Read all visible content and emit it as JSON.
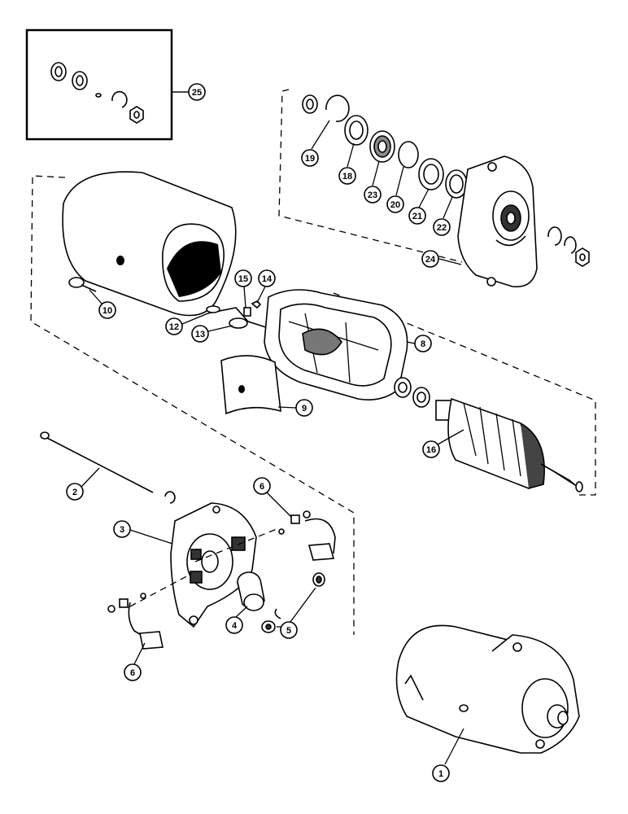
{
  "callouts": {
    "c1": "1",
    "c2": "2",
    "c3": "3",
    "c4": "4",
    "c5": "5",
    "c6a": "6",
    "c6b": "6",
    "c8": "8",
    "c9": "9",
    "c10": "10",
    "c12": "12",
    "c13": "13",
    "c14": "14",
    "c15": "15",
    "c16": "16",
    "c18": "18",
    "c19": "19",
    "c20": "20",
    "c21": "21",
    "c22": "22",
    "c23": "23",
    "c24": "24",
    "c25": "25"
  },
  "colors": {
    "ink": "#000000",
    "paper": "#ffffff"
  }
}
